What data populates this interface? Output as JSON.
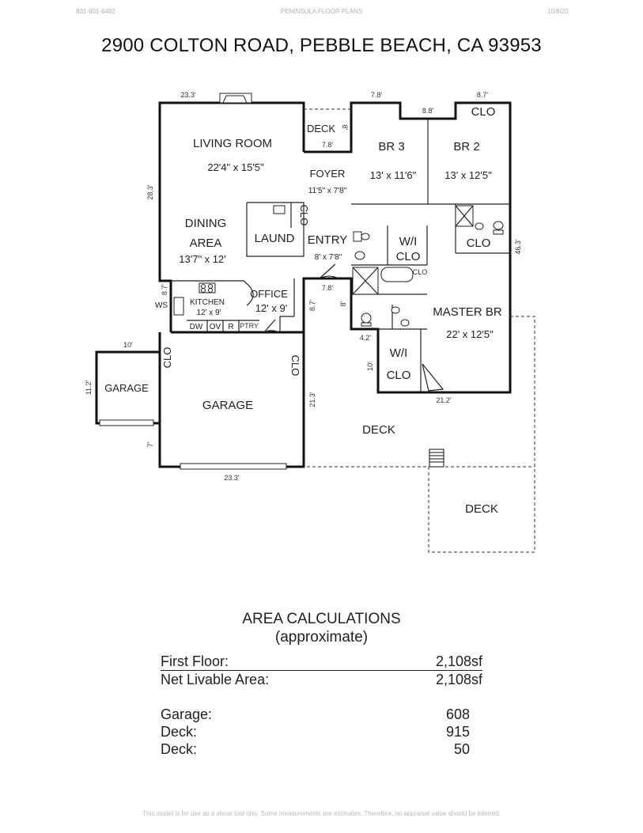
{
  "header": {
    "phone": "831-601-8482",
    "company": "PENINSULA FLOOR PLANS",
    "date": "10/8/20"
  },
  "title": "2900 COLTON ROAD, PEBBLE BEACH, CA  93953",
  "rooms": {
    "living_room": {
      "name": "LIVING ROOM",
      "size": "22'4\" x 15'5\""
    },
    "dining": {
      "name1": "DINING",
      "name2": "AREA",
      "size": "13'7\" x 12'"
    },
    "laund": {
      "name": "LAUND"
    },
    "kitchen": {
      "name": "KITCHEN",
      "size": "12' x 9'"
    },
    "office": {
      "name": "OFFICE",
      "size": "12' x 9'"
    },
    "foyer": {
      "name": "FOYER",
      "size": "11'5\" x 7'8\""
    },
    "entry": {
      "name": "ENTRY",
      "size": "8' x 7'8\""
    },
    "br3": {
      "name": "BR 3",
      "size": "13' x 11'6\""
    },
    "br2": {
      "name": "BR 2",
      "size": "13' x 12'5\""
    },
    "master": {
      "name": "MASTER BR",
      "size": "22' x 12'5\""
    },
    "wi_clo_1": {
      "name1": "W/I",
      "name2": "CLO"
    },
    "wi_clo_2": {
      "name1": "W/I",
      "name2": "CLO"
    },
    "clo_top": "CLO",
    "clo_bath": "CLO",
    "clo_small": "CLO",
    "clo_laund": "CLO",
    "clo_garage_left": "CLO",
    "clo_garage_right": "CLO",
    "deck_small": "DECK",
    "deck_main": "DECK",
    "deck_lower": "DECK",
    "garage_main": "GARAGE",
    "garage_side": "GARAGE",
    "appliances": {
      "dw": "DW",
      "ov": "OV",
      "r": "R",
      "ptry": "PTRY",
      "ws": "WS"
    }
  },
  "dimensions": {
    "top_living": "23.3'",
    "top_deck": "7.8'",
    "top_br3": "7.8'",
    "top_mid": "8.8'",
    "top_br2": "8.7'",
    "left_house": "28.3'",
    "right_house": "46.3'",
    "kitchen_left": "8.7'",
    "entry_bottom": "7.8'",
    "entry_side": "8.7'",
    "hall_side": "8'",
    "deck_small_side": "8'",
    "bath_small": "4.2'",
    "wi_side": "10'",
    "master_bottom": "21.2'",
    "garage_side_top": "10'",
    "garage_side_left": "11.2'",
    "garage_right": "21.3'",
    "garage_left_lower": "7'",
    "garage_bottom": "23.3'"
  },
  "area": {
    "title": "AREA CALCULATIONS",
    "subtitle": "(approximate)",
    "rows": [
      {
        "label": "First  Floor:",
        "value": "2,108sf"
      },
      {
        "label": "Net Livable Area:",
        "value": "2,108sf"
      },
      {
        "label": "Garage:",
        "value": "608"
      },
      {
        "label": "Deck:",
        "value": "915"
      },
      {
        "label": "Deck:",
        "value": "50"
      }
    ]
  },
  "footer": "This model is for use as a visual tool only.  Some measurements are estimates.  Therefore, no appraisal value should be inferred."
}
